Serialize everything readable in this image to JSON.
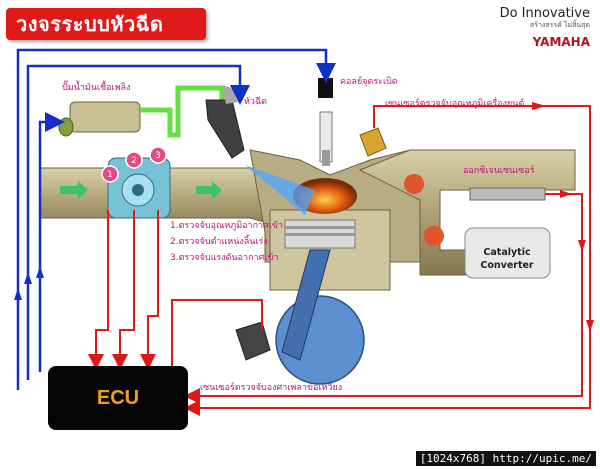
{
  "title": "วงจรระบบหัวฉีด",
  "brand": {
    "logo_line1": "Do Innovative",
    "logo_line2": "สร้างสรรค์ ไม่สิ้นสุด",
    "logo_line3": "YAMAHA"
  },
  "labels": {
    "fuel_pump": "ปั๊มน้ำมันเชื้อเพลิง",
    "injector": "หัวฉีด",
    "ignition_coil": "คอลย์จุดระเบิด",
    "engine_temp_sensor": "เซนเซอร์ตรวจจับอุณหภูมิเครื่องยนต์",
    "oxygen_sensor": "ออกซิเจนเซนเซอร์",
    "catalytic_converter": "Catalytic Converter",
    "crank_sensor": "เซนเซอร์ตรวจจับองศาเพลาข้อเหวี่ยง",
    "ecu": "ECU"
  },
  "sensor_list": [
    "1.ตรวจจับอุณหภูมิอากาศเข้า",
    "2.ตรวจจับตำแหน่งลิ้นเร่ง",
    "3.ตรวจจับแรงดันอากาศเข้า"
  ],
  "sensor_numbers": [
    "1",
    "2",
    "3"
  ],
  "footer": "[1024x768] http://upic.me/",
  "colors": {
    "title_bg": "#e0191b",
    "signal_in": "#e01818",
    "signal_out": "#1030c8",
    "fuel_line": "#66dd44",
    "label": "#c0127a"
  }
}
